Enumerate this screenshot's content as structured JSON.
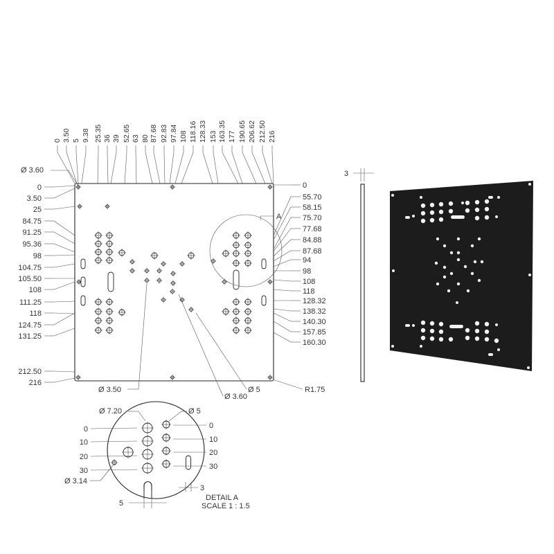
{
  "main_view": {
    "top_dims": [
      "0",
      "3.50",
      "5",
      "9.38",
      "25.35",
      "36",
      "39",
      "52.65",
      "63",
      "80",
      "87.68",
      "92.83",
      "97.84",
      "108",
      "118.16",
      "128.33",
      "153",
      "163.35",
      "177",
      "190.65",
      "206.62",
      "212.50",
      "216"
    ],
    "left_dims": [
      "0",
      "3.50",
      "25",
      "84.75",
      "91.25",
      "95.36",
      "98",
      "104.75",
      "105.50",
      "108",
      "111.25",
      "118",
      "124.75",
      "131.25",
      "212.50",
      "216"
    ],
    "right_dims": [
      "0",
      "55.70",
      "58.15",
      "75.70",
      "77.68",
      "84.88",
      "87.68",
      "94",
      "98",
      "108",
      "118",
      "128.32",
      "138.32",
      "140.30",
      "157.85",
      "160.30"
    ],
    "diam_3_60_top": "Ø 3.60",
    "diam_3_50_bottom": "Ø 3.50",
    "diam_3_60_bottom": "Ø 3.60",
    "diam_5_bottom": "Ø 5",
    "radius": "R1.75",
    "detail_marker": "A"
  },
  "detail_a": {
    "diam_7_20": "Ø 7.20",
    "diam_5": "Ø 5",
    "left_dims": [
      "0",
      "10",
      "20",
      "30"
    ],
    "right_dims": [
      "0",
      "10",
      "20",
      "30"
    ],
    "diam_3_14": "Ø 3.14",
    "slot_width": "5",
    "slot_width_right": "3",
    "title": "DETAIL A",
    "scale": "SCALE 1 : 1.5"
  },
  "side_view": {
    "thickness": "3"
  },
  "photo": {
    "plate_color": "#1c1c1c",
    "hole_color": "#f2f2f2"
  }
}
